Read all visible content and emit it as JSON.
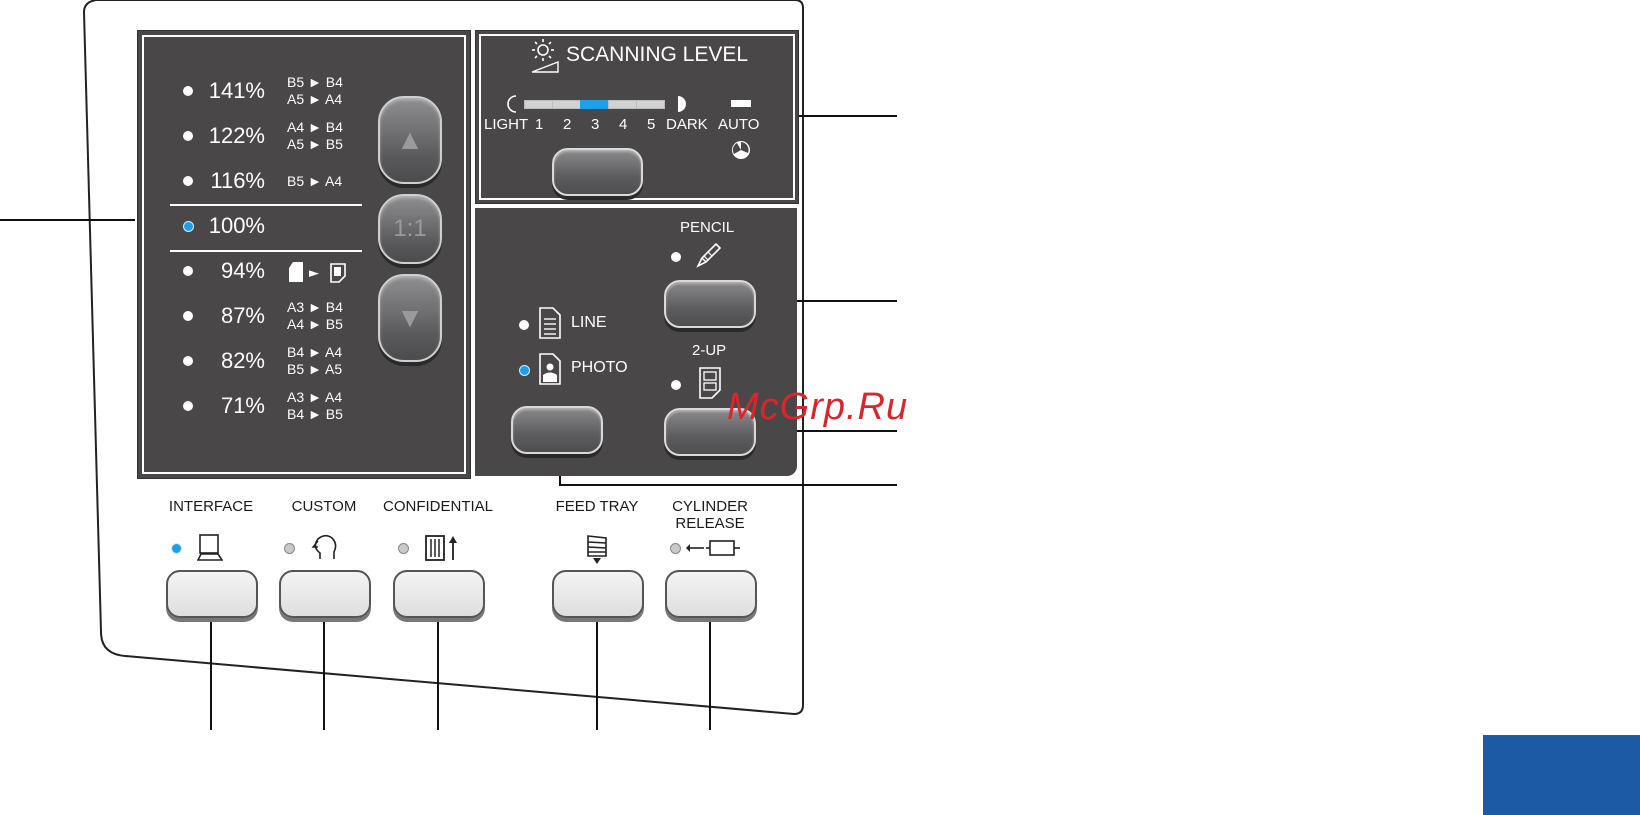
{
  "zoom_panel": {
    "rows": [
      {
        "percent": "141%",
        "sizes": [
          "B5 ► B4",
          "A5 ► A4"
        ],
        "indicator": "white"
      },
      {
        "percent": "122%",
        "sizes": [
          "A4 ► B4",
          "A5 ► B5"
        ],
        "indicator": "white"
      },
      {
        "percent": "116%",
        "sizes": [
          "B5 ► A4"
        ],
        "indicator": "white"
      },
      {
        "percent": "100%",
        "sizes": [],
        "indicator": "blue"
      },
      {
        "percent": "94%",
        "sizes": [],
        "indicator": "white",
        "icon": "page-reduce-icon"
      },
      {
        "percent": "87%",
        "sizes": [
          "A3 ► B4",
          "A4 ► B5"
        ],
        "indicator": "white"
      },
      {
        "percent": "82%",
        "sizes": [
          "B4 ► A4",
          "B5 ► A5"
        ],
        "indicator": "white"
      },
      {
        "percent": "71%",
        "sizes": [
          "A3 ► A4",
          "B4 ► B5"
        ],
        "indicator": "white"
      }
    ],
    "page_reduce_arrow": "►",
    "up_arrow": "▲",
    "reset_label": "1:1",
    "down_arrow": "▼"
  },
  "scanning_level": {
    "title": "SCANNING LEVEL",
    "light_label": "LIGHT",
    "dark_label": "DARK",
    "auto_label": "AUTO",
    "levels": [
      "1",
      "2",
      "3",
      "4",
      "5"
    ],
    "selected_level": 3,
    "icon": "sun-icon"
  },
  "mode_panel": {
    "pencil_label": "PENCIL",
    "line_label": "LINE",
    "photo_label": "PHOTO",
    "twoup_label": "2-UP",
    "line_indicator": "white",
    "photo_indicator": "blue"
  },
  "bottom_buttons": [
    {
      "label": "INTERFACE",
      "icon": "computer-icon",
      "indicator": "blue"
    },
    {
      "label": "CUSTOM",
      "icon": "head-icon",
      "indicator": "grey"
    },
    {
      "label": "CONFIDENTIAL",
      "icon": "confidential-icon",
      "indicator": "grey"
    },
    {
      "label": "FEED TRAY",
      "icon": "feed-tray-icon",
      "indicator": "none"
    },
    {
      "label": "CYLINDER",
      "label2": "RELEASE",
      "icon": "cylinder-release-icon",
      "indicator": "grey"
    }
  ],
  "watermark": "McGrp.Ru",
  "colors": {
    "panel": "#4a4749",
    "indicator_blue": "#1ea0e8",
    "corner_box": "#1d5aa6",
    "watermark": "#d9262c"
  }
}
